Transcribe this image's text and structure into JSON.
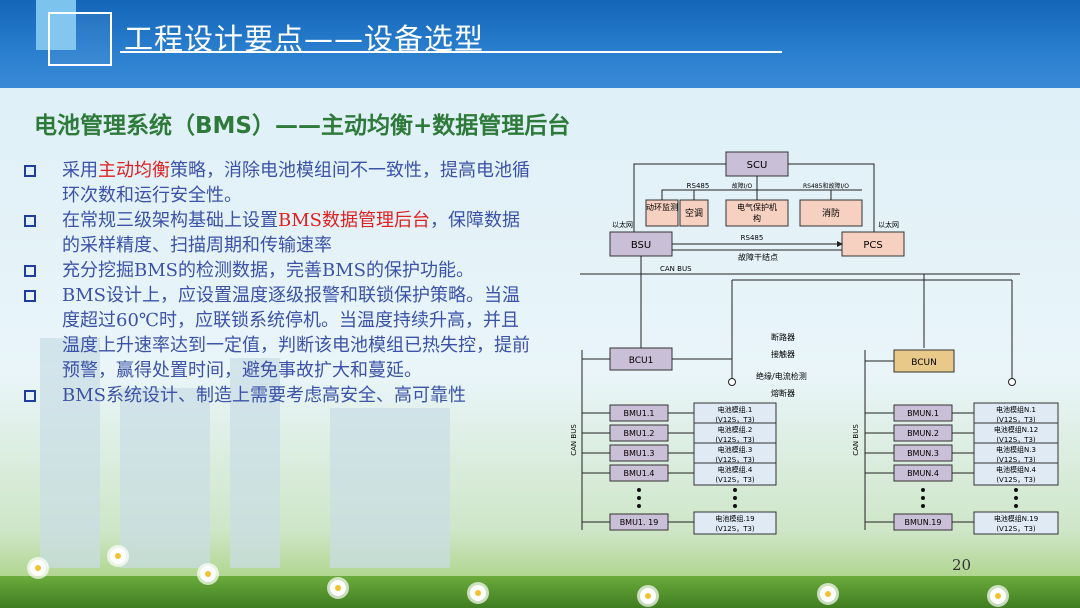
{
  "header": {
    "title": "工程设计要点——设备选型"
  },
  "subtitle": "电池管理系统（BMS）——主动均衡+数据管理后台",
  "bullets": [
    {
      "pre": "采用",
      "hl": "主动均衡",
      "post": "策略，消除电池模组间不一致性，提高电池循环次数和运行安全性。"
    },
    {
      "pre": "在常规三级架构基础上设置",
      "hl": "BMS数据管理后台",
      "post": "，保障数据的采样精度、扫描周期和传输速率"
    },
    {
      "pre": "充分挖掘BMS的检测数据，完善BMS的保护功能。",
      "hl": "",
      "post": ""
    },
    {
      "pre": "BMS设计上，应设置温度逐级报警和联锁保护策略。当温度超过60℃时，应联锁系统停机。当温度持续升高，并且温度上升速率达到一定值，判断该电池模组已热失控，提前预警，赢得处置时间，避免事故扩大和蔓延。",
      "hl": "",
      "post": ""
    },
    {
      "pre": "BMS系统设计、制造上需要考虑高安全、高可靠性",
      "hl": "",
      "post": ""
    }
  ],
  "diagram": {
    "scu": "SCU",
    "rs485_top": "RS485",
    "io_label": "故障I/O",
    "rs485_io": "RS485和故障I/O",
    "env": "动环监测",
    "ac": "空调",
    "elec_line1": "电气保护机",
    "elec_line2": "构",
    "fire": "消防",
    "ethernet_left": "以太网",
    "ethernet_right": "以太网",
    "bsu": "BSU",
    "rs485_mid": "RS485",
    "pcs": "PCS",
    "dry_contact": "故障干结点",
    "can_bus_top": "CAN BUS",
    "breaker": "断路器",
    "contactor": "接触器",
    "insulation": "绝缘/电流检测",
    "fuse": "熔断器",
    "bcu1": "BCU1",
    "bcun": "BCUN",
    "can_bus_side": "CAN BUS",
    "left_bmu": [
      "BMU1.1",
      "BMU1.2",
      "BMU1.3",
      "BMU1.4"
    ],
    "left_bmu_last": "BMU1. 19",
    "left_mod_l1": [
      "电池模组.1",
      "电池模组.2",
      "电池模组.3",
      "电池模组.4"
    ],
    "left_mod_last": "电池模组.19",
    "right_bmu": [
      "BMUN.1",
      "BMUN.2",
      "BMUN.3",
      "BMUN.4"
    ],
    "right_bmu_last": "BMUN.19",
    "right_mod_l1": [
      "电池模组N.1",
      "电池模组N.12",
      "电池模组N.3",
      "电池模组N.4"
    ],
    "right_mod_last": "电池模组N.19",
    "mod_l2": "(V12S，T3)"
  },
  "page_number": "20"
}
